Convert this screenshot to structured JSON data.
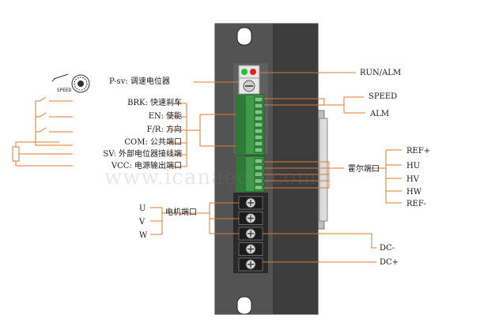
{
  "colors": {
    "device_body": "#4a4a4a",
    "device_edge": "#2e2e2e",
    "green_terminal": "#3f9a4a",
    "connector_line": "#e07a2c",
    "black_terminal": "#2a2a2a",
    "led_green": "#22c23a",
    "led_red": "#d8261e"
  },
  "labels": {
    "left": {
      "psv": "P-sv: 调速电位器",
      "brk": "BRK: 快速刹车",
      "en": "EN: 使能",
      "fr": "F/R: 方向",
      "com": "COM: 公共端口",
      "sv": "SV: 外部电位器接线端",
      "vcc": "VCC: 电源输出端口"
    },
    "speed_knob": "SPEED",
    "right": {
      "run_alm": "RUN/ALM",
      "speed": "SPEED",
      "alm": "ALM",
      "hall_title": "霍尔端口",
      "ref_plus": "REF+",
      "hu": "HU",
      "hv": "HV",
      "hw": "HW",
      "ref_minus": "REF-",
      "dc_minus": "DC-",
      "dc_plus": "DC+"
    },
    "motor": {
      "title": "电机端口",
      "u": "U",
      "v": "V",
      "w": "W"
    },
    "watermark": "www.icanaedo.com"
  }
}
